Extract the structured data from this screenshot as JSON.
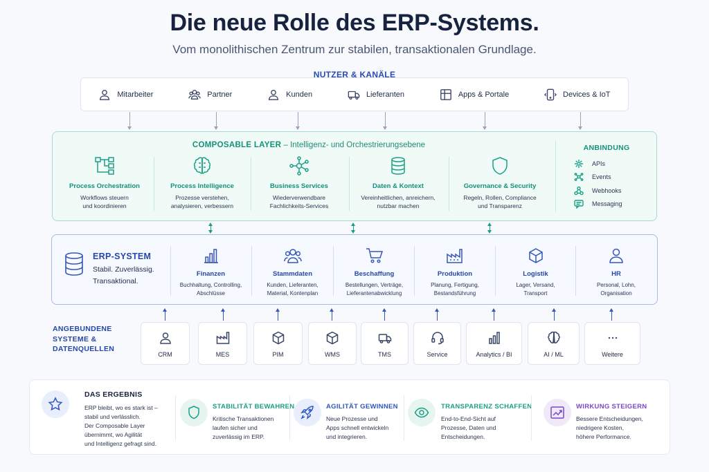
{
  "header": {
    "title": "Die neue Rolle des ERP-Systems.",
    "subtitle": "Vom monolithischen Zentrum zur stabilen, transaktionalen Grundlage."
  },
  "users": {
    "label": "NUTZER & KANÄLE",
    "items": [
      {
        "label": "Mitarbeiter",
        "icon": "user-icon"
      },
      {
        "label": "Partner",
        "icon": "users-icon"
      },
      {
        "label": "Kunden",
        "icon": "user-icon"
      },
      {
        "label": "Lieferanten",
        "icon": "truck-icon"
      },
      {
        "label": "Apps & Portale",
        "icon": "grid-icon"
      },
      {
        "label": "Devices & IoT",
        "icon": "device-icon"
      }
    ]
  },
  "composable": {
    "title": "COMPOSABLE LAYER",
    "dash": "–",
    "subtitle": "Intelligenz- und Orchestrierungsebene",
    "columns": [
      {
        "title": "Process Orchestration",
        "desc1": "Workflows steuern",
        "desc2": "und koordinieren",
        "icon": "flow-icon"
      },
      {
        "title": "Process Intelligence",
        "desc1": "Prozesse verstehen,",
        "desc2": "analysieren, verbessern",
        "icon": "brain-icon"
      },
      {
        "title": "Business Services",
        "desc1": "Wiederverwendbare",
        "desc2": "Fachlichkeits-Services",
        "icon": "network-icon"
      },
      {
        "title": "Daten & Kontext",
        "desc1": "Vereinheitlichen, anreichern,",
        "desc2": "nutzbar machen",
        "icon": "database-icon"
      },
      {
        "title": "Governance & Security",
        "desc1": "Regeln, Rollen, Compliance",
        "desc2": "und Transparenz",
        "icon": "shield-icon"
      }
    ],
    "anbindung": {
      "title": "ANBINDUNG",
      "items": [
        {
          "label": "APIs",
          "icon": "api-icon"
        },
        {
          "label": "Events",
          "icon": "events-icon"
        },
        {
          "label": "Webhooks",
          "icon": "webhook-icon"
        },
        {
          "label": "Messaging",
          "icon": "message-icon"
        }
      ]
    }
  },
  "erp": {
    "title": "ERP-SYSTEM",
    "line1": "Stabil. Zuverlässig.",
    "line2": "Transaktional.",
    "columns": [
      {
        "title": "Finanzen",
        "desc1": "Buchhaltung, Controlling,",
        "desc2": "Abschlüsse",
        "icon": "bar-chart-icon"
      },
      {
        "title": "Stammdaten",
        "desc1": "Kunden, Lieferanten,",
        "desc2": "Material, Kontenplan",
        "icon": "users-icon"
      },
      {
        "title": "Beschaffung",
        "desc1": "Bestellungen, Verträge,",
        "desc2": "Lieferantenabwicklung",
        "icon": "cart-icon"
      },
      {
        "title": "Produktion",
        "desc1": "Planung, Fertigung,",
        "desc2": "Bestandsführung",
        "icon": "factory-icon"
      },
      {
        "title": "Logistik",
        "desc1": "Lager, Versand,",
        "desc2": "Transport",
        "icon": "box-icon"
      },
      {
        "title": "HR",
        "desc1": "Personal, Lohn,",
        "desc2": "Organisation",
        "icon": "person-icon"
      }
    ]
  },
  "connected": {
    "label1": "ANGEBUNDENE",
    "label2": "SYSTEME &",
    "label3": "DATENQUELLEN",
    "systems": [
      {
        "label": "CRM",
        "icon": "user-icon"
      },
      {
        "label": "MES",
        "icon": "factory-icon"
      },
      {
        "label": "PIM",
        "icon": "box-icon"
      },
      {
        "label": "WMS",
        "icon": "box-icon"
      },
      {
        "label": "TMS",
        "icon": "truck-icon"
      },
      {
        "label": "Service",
        "icon": "headset-icon"
      },
      {
        "label": "Analytics / BI",
        "icon": "bar-chart-icon"
      },
      {
        "label": "AI / ML",
        "icon": "brain-icon"
      },
      {
        "label": "Weitere",
        "icon": "more-icon"
      }
    ]
  },
  "result": {
    "title": "DAS ERGEBNIS",
    "lines": [
      "ERP bleibt, wo es stark ist –",
      "stabil und verlässlich.",
      "Der Composable Layer",
      "übernimmt, wo Agilität",
      "und Intelligenz gefragt sind."
    ],
    "items": [
      {
        "title": "STABILITÄT BEWAHREN",
        "lines": [
          "Kritische Transaktionen",
          "laufen sicher und",
          "zuverlässig im ERP."
        ],
        "color": "#1aa085",
        "icon": "shield-icon"
      },
      {
        "title": "AGILITÄT GEWINNEN",
        "lines": [
          "Neue Prozesse und",
          "Apps schnell entwickeln",
          "und integrieren."
        ],
        "color": "#2f56c2",
        "icon": "rocket-icon"
      },
      {
        "title": "TRANSPARENZ SCHAFFEN",
        "lines": [
          "End-to-End-Sicht auf",
          "Prozesse, Daten und",
          "Entscheidungen."
        ],
        "color": "#1aa085",
        "icon": "eye-icon"
      },
      {
        "title": "WIRKUNG STEIGERN",
        "lines": [
          "Bessere Entscheidungen,",
          "niedrigere Kosten,",
          "höhere Performance."
        ],
        "color": "#7a48c8",
        "icon": "trend-icon"
      }
    ]
  }
}
